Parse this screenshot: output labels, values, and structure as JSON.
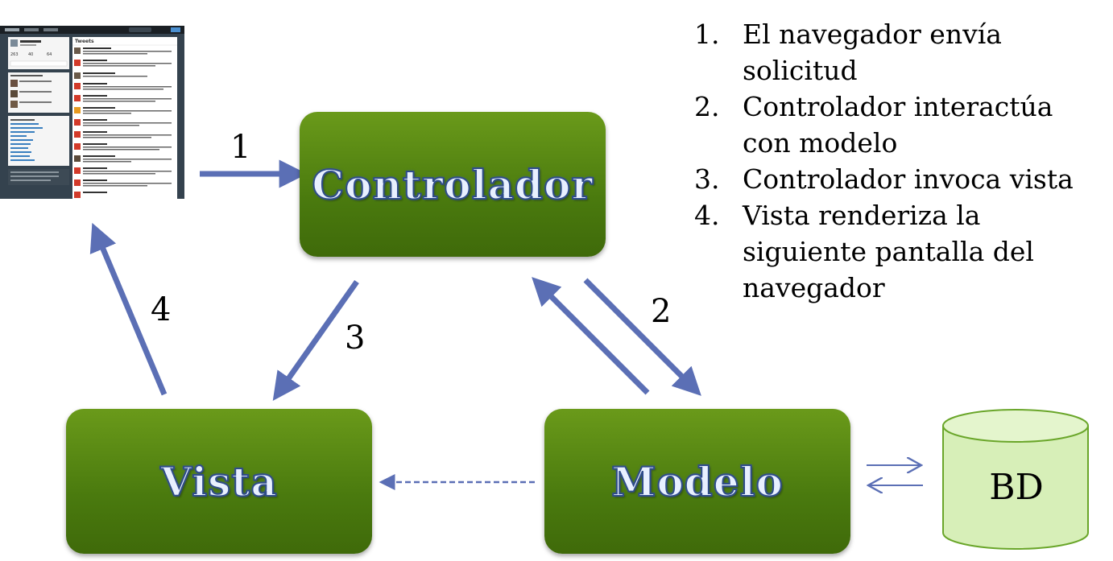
{
  "nodes": {
    "controlador": "Controlador",
    "vista": "Vista",
    "modelo": "Modelo",
    "database": "BD"
  },
  "arrow_labels": {
    "a1": "1",
    "a2": "2",
    "a3": "3",
    "a4": "4"
  },
  "steps": [
    {
      "num": "1.",
      "text": "El navegador envía solicitud"
    },
    {
      "num": "2.",
      "text": "Controlador interactúa con modelo"
    },
    {
      "num": "3.",
      "text": "Controlador invoca vista"
    },
    {
      "num": "4.",
      "text": "Vista renderiza la siguiente pantalla del navegador"
    }
  ],
  "browser_screenshot": {
    "header": "Tweets",
    "stats": [
      "263",
      "40",
      "64"
    ]
  },
  "colors": {
    "box_green": "#5a8a14",
    "arrow_blue": "#5b6fb5",
    "db_fill": "#d7efb8"
  }
}
